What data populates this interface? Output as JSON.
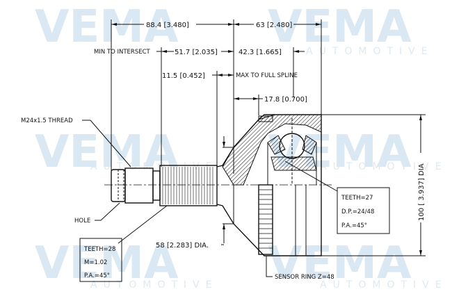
{
  "watermark": {
    "brand": "VEMA",
    "sub": "AUTOMOTIVE",
    "color": "#d9e8f2"
  },
  "dimensions": {
    "overall_left": "88.4 [3.480]",
    "overall_right": "63 [2.480]",
    "min_to_intersect_label": "MIN TO INTERSECT",
    "min_to_intersect": "51.7 [2.035]",
    "right_inner": "42.3 [1.665]",
    "spline_offset": "11.5 [0.452]",
    "max_to_full_spline_label": "MAX TO FULL SPLINE",
    "bell_offset": "17.8 [0.700]",
    "outer_dia": "100 [ 3.937] DIA",
    "neck_dia": "58 [2.283] DIA."
  },
  "labels": {
    "thread": "M24x1.5 THREAD",
    "hole": "HOLE",
    "sensor_ring": "SENSOR RING Z=48"
  },
  "outer_spline": {
    "teeth": "TEETH=28",
    "module": "M=1.02",
    "pressure_angle": "P.A.=45°"
  },
  "inner_spline": {
    "teeth": "TEETH=27",
    "dp": "D.P.=24/48",
    "pressure_angle": "P.A.=45°"
  }
}
